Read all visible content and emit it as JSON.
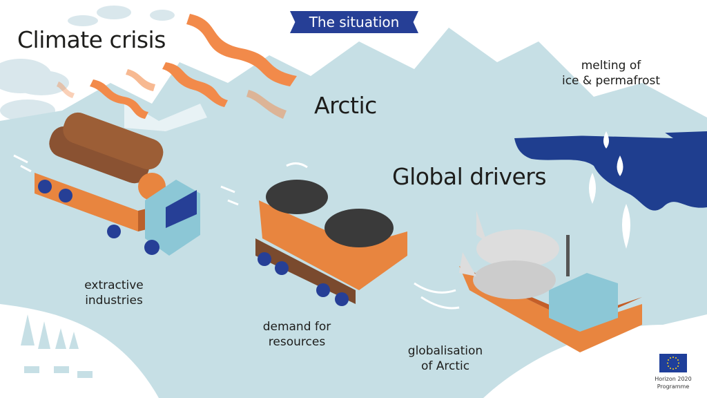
{
  "banner": {
    "label": "The situation"
  },
  "headings": {
    "climate_crisis": "Climate crisis",
    "arctic": "Arctic",
    "global_drivers": "Global drivers"
  },
  "captions": {
    "melting": [
      "melting of",
      "ice & permafrost"
    ],
    "extractive": [
      "extractive",
      "industries"
    ],
    "demand": [
      "demand for",
      "resources"
    ],
    "globalisation": [
      "globalisation",
      "of Arctic"
    ]
  },
  "logo": {
    "line1": "Horizon 2020",
    "line2": "Programme"
  },
  "colors": {
    "mountain": "#c6dfe5",
    "sea": "#1f3e8f",
    "orange": "#f08a45",
    "banner": "#263f96"
  }
}
